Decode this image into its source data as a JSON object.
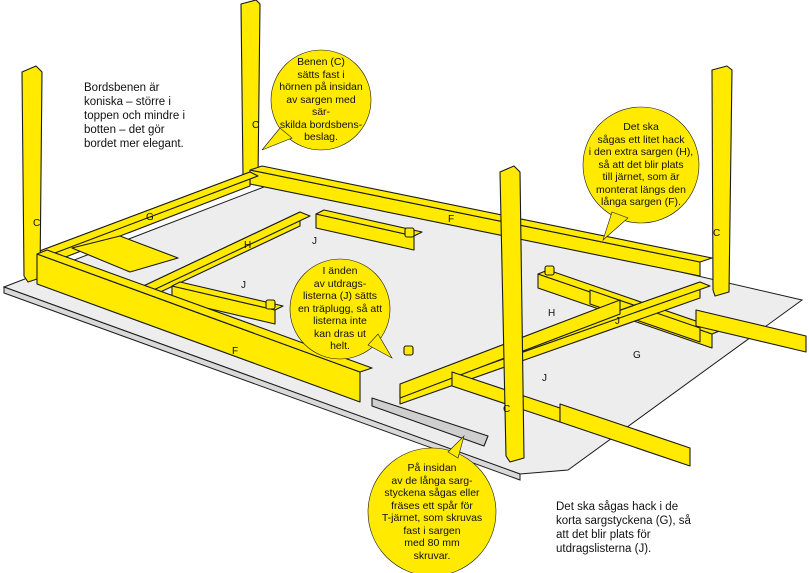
{
  "notes": {
    "legs": "Bordsbenen är koniska – större i toppen och mindre i botten – det gör bordet mer elegant.",
    "short_frame": "Det ska sågas hack i de korta sargstyckena (G), så att det blir plats för utdragslisterna (J)."
  },
  "bubbles": {
    "legs_mount": [
      "Benen (C)",
      "sätts fast i",
      "hörnen på insidan",
      "av sargen med sär-",
      "skilda bordsbens-",
      "beslag."
    ],
    "notch_h": [
      "Det ska",
      "sågas ett litet hack",
      "i den extra sargen (H),",
      "så att det blir plats",
      "till järnet, som är",
      "monterat längs den",
      "långa sargen (F)."
    ],
    "plug_j": [
      "I änden",
      "av utdrags-",
      "listerna (J) sätts",
      "en träplugg, så att",
      "listerna inte",
      "kan dras ut",
      "helt."
    ],
    "groove_f": [
      "På insidan",
      "av de långa sarg-",
      "styckena sågas eller",
      "fräses ett spår för",
      "T-järnet, som skruvas",
      "fast i sargen",
      "med 80 mm",
      "skruvar."
    ]
  },
  "part_labels": {
    "C": "C",
    "G": "G",
    "H": "H",
    "F": "F",
    "J": "J"
  },
  "colors": {
    "wood": "#ffea00",
    "outline": "#1a1a1a",
    "bubble": "#ffea00",
    "board": "#ededed"
  }
}
